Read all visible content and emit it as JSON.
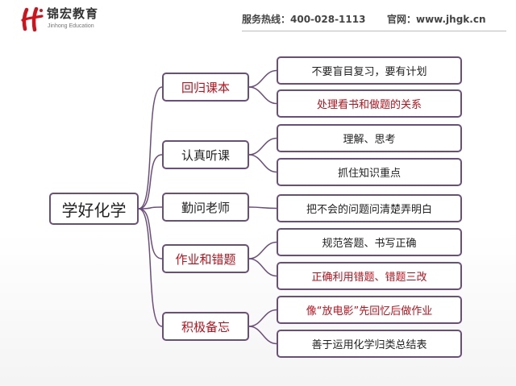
{
  "header": {
    "logo_cn": "锦宏教育",
    "logo_en": "Jinhong Education",
    "hotline": "服务热线：400-028-1113",
    "website": "官网：www.jhgk.cn"
  },
  "diagram": {
    "root": "学好化学",
    "branches": [
      {
        "label": "回归课本",
        "emphasis": true,
        "items": [
          {
            "label": "不要盲目复习，要有计划",
            "emphasis": false
          },
          {
            "label": "处理看书和做题的关系",
            "emphasis": true
          }
        ]
      },
      {
        "label": "认真听课",
        "emphasis": false,
        "items": [
          {
            "label": "理解、思考",
            "emphasis": false
          },
          {
            "label": "抓住知识重点",
            "emphasis": false
          }
        ]
      },
      {
        "label": "勤问老师",
        "emphasis": false,
        "items": [
          {
            "label": "把不会的问题问清楚弄明白",
            "emphasis": false
          }
        ]
      },
      {
        "label": "作业和错题",
        "emphasis": true,
        "items": [
          {
            "label": "规范答题、书写正确",
            "emphasis": false
          },
          {
            "label": "正确利用错题、错题三改",
            "emphasis": true
          }
        ]
      },
      {
        "label": "积极备忘",
        "emphasis": true,
        "items": [
          {
            "label": "像“放电影”先回忆后做作业",
            "emphasis": true
          },
          {
            "label": "善于运用化学归类总结表",
            "emphasis": false
          }
        ]
      }
    ]
  },
  "colors": {
    "border": "#6b4f7b",
    "emphasis_text": "#c0101a",
    "normal_text": "#222222"
  }
}
